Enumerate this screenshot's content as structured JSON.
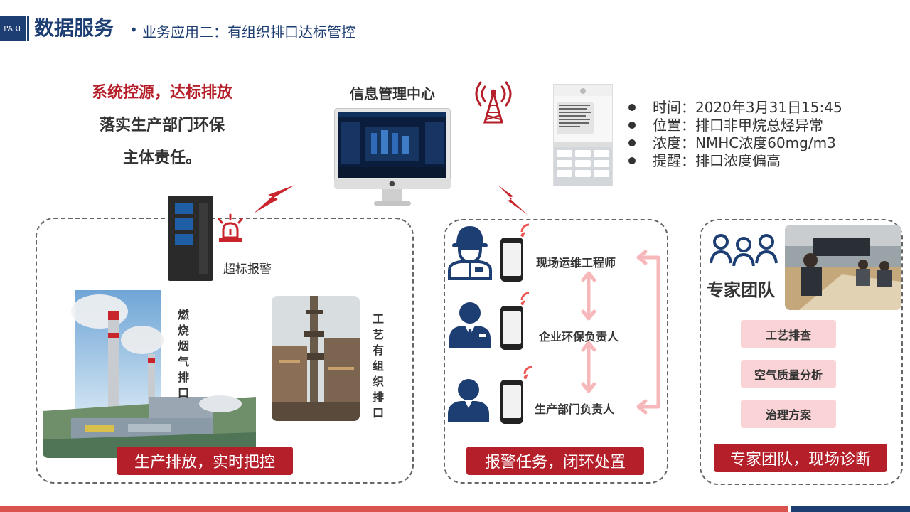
{
  "header": {
    "part_badge": "PART",
    "title": "数据服务",
    "separator": "•",
    "subtitle": "业务应用二：有组织排口达标管控"
  },
  "slogan": {
    "line1": "系统控源，达标排放",
    "line2": "落实生产部门环保",
    "line3": "主体责任。"
  },
  "center": {
    "title": "信息管理中心"
  },
  "alert_message": {
    "items": [
      "时间：2020年3月31日15:45",
      "位置：排口非甲烷总烃异常",
      "浓度：NMHC浓度60mg/m3",
      "提醒：排口浓度偏高"
    ]
  },
  "production_panel": {
    "alarm_label": "超标报警",
    "combustion_label": "燃烧烟气排口",
    "process_label": "工艺有组织排口",
    "tag": "生产排放，实时把控"
  },
  "task_panel": {
    "roles": [
      "现场运维工程师",
      "企业环保负责人",
      "生产部门负责人"
    ],
    "tag": "报警任务，闭环处置"
  },
  "expert_panel": {
    "title": "专家团队",
    "buttons": [
      "工艺排查",
      "空气质量分析",
      "治理方案"
    ],
    "tag": "专家团队，现场诊断"
  },
  "colors": {
    "brand_blue": "#1d3e73",
    "accent_red": "#b51f2a",
    "pink": "#f9d3d5"
  }
}
